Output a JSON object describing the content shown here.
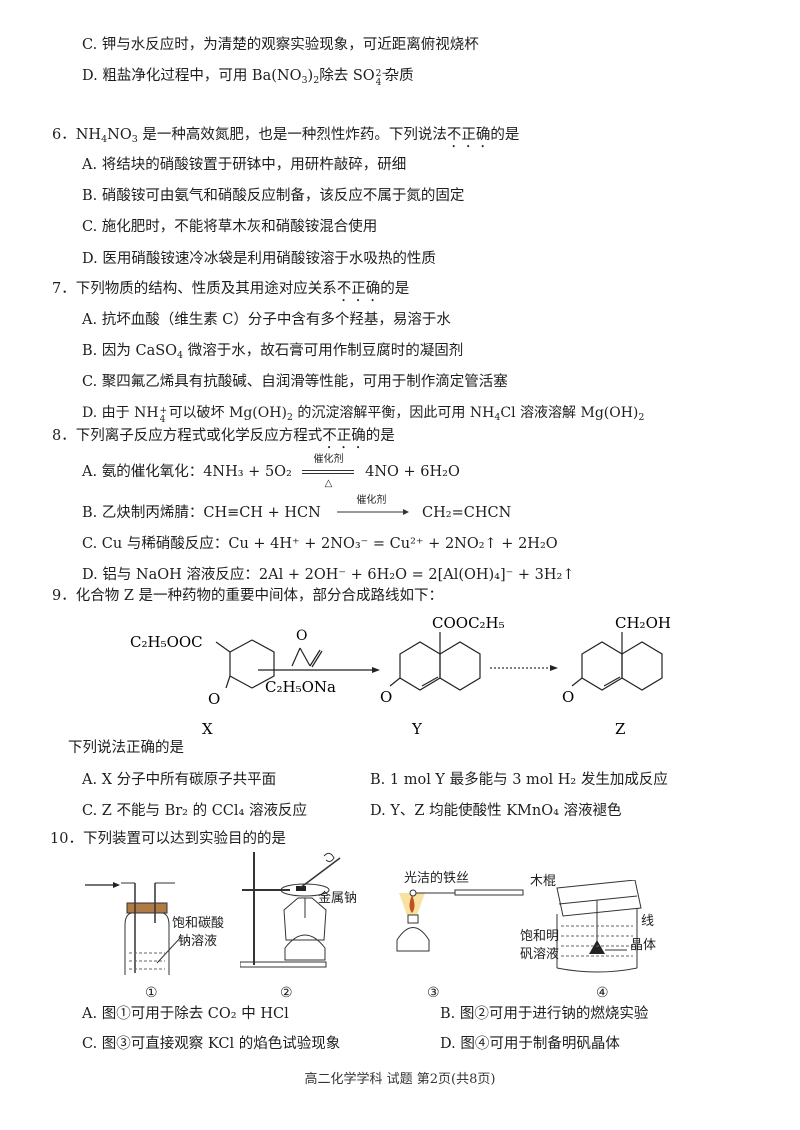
{
  "page": {
    "footer": "高二化学学科 试题 第2页(共8页)"
  },
  "q5_tail": {
    "options": [
      {
        "key": "C.",
        "text": "钾与水反应时，为清楚的观察实验现象，可近距离俯视烧杯"
      },
      {
        "key": "D.",
        "text_pre": "粗盐净化过程中，可用 Ba(NO",
        "text_mid": ")",
        "text_post": "除去 SO",
        "ion_charge": "2−",
        "ion_sub": "4",
        "text_end": "杂质"
      }
    ]
  },
  "q6": {
    "number": "6．",
    "stem_pre": "NH",
    "stem_mid": "NO",
    "stem_post": "是一种高效氮肥，也是一种烈性炸药。下列说法",
    "emphasis": "不正确",
    "stem_end": "的是",
    "options": [
      {
        "key": "A.",
        "text": "将结块的硝酸铵置于研钵中，用研杵敲碎，研细"
      },
      {
        "key": "B.",
        "text": "硝酸铵可由氨气和硝酸反应制备，该反应不属于氮的固定"
      },
      {
        "key": "C.",
        "text": "施化肥时，不能将草木灰和硝酸铵混合使用"
      },
      {
        "key": "D.",
        "text": "医用硝酸铵速冷冰袋是利用硝酸铵溶于水吸热的性质"
      }
    ]
  },
  "q7": {
    "number": "7．",
    "stem": "下列物质的结构、性质及其用途对应关系",
    "emphasis": "不正确",
    "stem_end": "的是",
    "options": [
      {
        "key": "A.",
        "text": "抗坏血酸（维生素 C）分子中含有多个羟基，易溶于水"
      },
      {
        "key": "B.",
        "text_pre": "因为 CaSO",
        "text_post": "微溶于水，故石膏可用作制豆腐时的凝固剂"
      },
      {
        "key": "C.",
        "text": "聚四氟乙烯具有抗酸碱、自润滑等性能，可用于制作滴定管活塞"
      },
      {
        "key": "D.",
        "text_pre": "由于 NH",
        "text_mid": "可以破坏 Mg(OH)",
        "text_mid2": "的沉淀溶解平衡，因此可用 NH",
        "text_mid3": "Cl 溶液溶解 Mg(OH)"
      }
    ]
  },
  "q8": {
    "number": "8．",
    "stem": "下列离子反应方程式或化学反应方程式",
    "emphasis": "不正确",
    "stem_end": "的是",
    "options": [
      {
        "key": "A.",
        "label": "氨的催化氧化：",
        "lhs": "4NH₃ + 5O₂",
        "cond_top": "催化剂",
        "cond_bottom": "△",
        "rhs": "4NO + 6H₂O"
      },
      {
        "key": "B.",
        "label": "乙炔制丙烯腈：",
        "lhs": "CH≡CH + HCN",
        "cond_top": "催化剂",
        "rhs": "CH₂=CHCN"
      },
      {
        "key": "C.",
        "label": "Cu 与稀硝酸反应：",
        "equation": "Cu + 4H⁺ + 2NO₃⁻ = Cu²⁺ + 2NO₂↑ + 2H₂O"
      },
      {
        "key": "D.",
        "label": "铝与 NaOH 溶液反应：",
        "equation": "2Al + 2OH⁻ + 6H₂O = 2[Al(OH)₄]⁻ + 3H₂↑"
      }
    ]
  },
  "q9": {
    "number": "9．",
    "stem": "化合物 Z 是一种药物的重要中间体，部分合成路线如下：",
    "scheme": {
      "x_label": "X",
      "y_label": "Y",
      "z_label": "Z",
      "x_substituent": "C₂H₅OOC",
      "y_substituent": "COOC₂H₅",
      "z_substituent": "CH₂OH",
      "carbonyl_o": "O",
      "reagent_below": "C₂H₅ONa"
    },
    "sub_stem": "下列说法正确的是",
    "options": [
      {
        "key": "A.",
        "text": "X 分子中所有碳原子共平面"
      },
      {
        "key": "B.",
        "text": "1 mol Y 最多能与 3 mol H₂ 发生加成反应"
      },
      {
        "key": "C.",
        "text": "Z 不能与 Br₂ 的 CCl₄ 溶液反应"
      },
      {
        "key": "D.",
        "text": "Y、Z 均能使酸性 KMnO₄ 溶液褪色"
      }
    ]
  },
  "q10": {
    "number": "10．",
    "stem": "下列装置可以达到实验目的的是",
    "figures": [
      {
        "id": "①",
        "labels": [
          "饱和碳酸",
          "钠溶液"
        ]
      },
      {
        "id": "②",
        "labels": [
          "金属钠"
        ]
      },
      {
        "id": "③",
        "labels": [
          "光洁的铁丝"
        ]
      },
      {
        "id": "④",
        "labels": [
          "木棍",
          "线",
          "饱和明",
          "矾溶液",
          "晶体"
        ]
      }
    ],
    "options": [
      {
        "key": "A.",
        "text": "图①可用于除去 CO₂ 中 HCl"
      },
      {
        "key": "B.",
        "text": "图②可用于进行钠的燃烧实验"
      },
      {
        "key": "C.",
        "text": "图③可直接观察 KCl 的焰色试验现象"
      },
      {
        "key": "D.",
        "text": "图④可用于制备明矾晶体"
      }
    ]
  }
}
